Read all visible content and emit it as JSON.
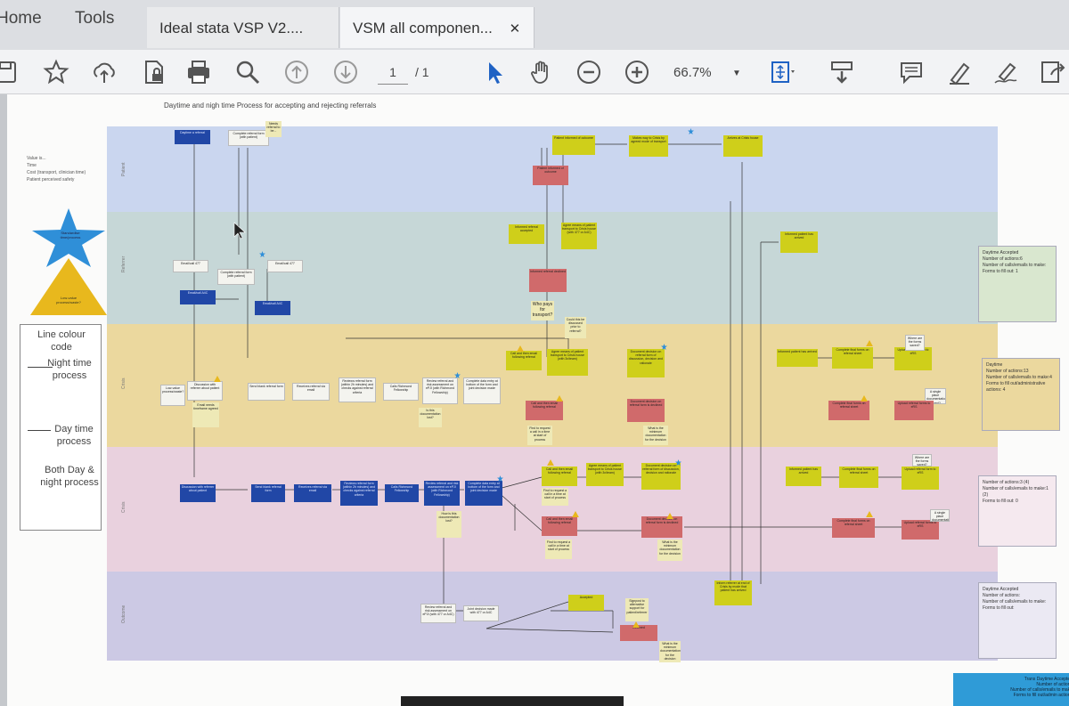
{
  "tabs": [
    {
      "label": "Home",
      "active": false
    },
    {
      "label": "Tools",
      "active": false
    },
    {
      "label": "Ideal stata VSP V2....",
      "active": false
    },
    {
      "label": "VSM all componen...",
      "active": true
    }
  ],
  "toolbar": {
    "page_current": "1",
    "page_total": "/ 1",
    "zoom": "66.7%",
    "icons": [
      "save-icon",
      "bookmark-star-icon",
      "upload-icon",
      "file-lock-icon",
      "print-icon",
      "zoom-search-icon",
      "page-up-icon",
      "page-down-icon",
      "select-pointer-icon",
      "hand-pan-icon",
      "zoom-out-icon",
      "zoom-in-icon",
      "fit-page-icon",
      "scroll-mode-icon",
      "comment-icon",
      "highlight-pen-icon",
      "sign-pen-icon",
      "share-icon"
    ]
  },
  "document": {
    "title": "Daytime and nigh time Process for accepting and rejecting referrals",
    "legend": {
      "values": "Value is...\nTime\nCost (transport, clinician time)\nPatient perceived safety",
      "star_text": "Standardise time/process",
      "triangle_text": "Low-value process/waste?",
      "key_title": "Line colour code",
      "key_night": "Night time process",
      "key_day": "Day time process",
      "key_both": "Both Day & night process"
    },
    "summaries": [
      {
        "text": "Daytime Accepted\nNumber of actions:6\nNumber of calls/emails to make:\nForms to fill out: 1"
      },
      {
        "text": "Daytime\nNumber of actions:13\nNumber of calls/emails to make:4\nForms to fill out/administrative actions: 4"
      },
      {
        "text": "Number of actions:3 (4)\nNumber of calls/emails to make:1 (2)\nForms to fill out: 0"
      },
      {
        "text": "Daytime Accepted\nNumber of actions:\nNumber of calls/emails to make:\nForms to fill out:"
      },
      {
        "text": "Trans Daytime Accepted\nNumber of actions\nNumber of calls/emails to make\nForms to fill out/admin actions"
      }
    ],
    "notes": {
      "n1": "Daytime a referral",
      "n2": "Complete referral form (with patient)",
      "n3": "Needs referral to be...",
      "n4": "Patient informed of outcome",
      "n5": "Makes way to Crisis by agreed mode of transport",
      "n6": "Arrives at Crisis house",
      "n7": "Patient informed of outcome",
      "n8": "Informed referral accepted",
      "n9": "Agree means of patient transport to Crisis house (with 477 or A4C)",
      "n10": "Informed patient has arrived",
      "n11": "Email/call 477",
      "n12": "Complete referral form (with patient)",
      "n13": "Email/call 477",
      "n14": "Email/call A4C",
      "n15": "Email/call A4C",
      "n16": "Informed referral declined",
      "n17": "Who pays for transport?",
      "n18": "Could this be discussed prior to referral?",
      "n19": "Call and then email following referral",
      "n20": "Agree means of patient transport to Crisis house (with 3x/team)",
      "n21": "Document decision on referral form of discussion, decision and rationale",
      "n22": "Informed patient has arrived",
      "n23": "Complete final forms on referral sheet",
      "n24": "Upload referral form to eRS",
      "n25": "Where are the forms saved?",
      "n26": "A single place documentation stored?",
      "n27": "Discussion with referrer about patient",
      "n28": "Email needs timeframe agreed",
      "n29": "Send blank referral form",
      "n30": "Receives referral via email",
      "n31": "Reviews referral form (within 2h minutes) and checks against referral criteria",
      "n32": "Calls Richmond Fellowship",
      "n33": "Review referral and risk assessment on ePJI (with Richmond Fellowship)",
      "n34": "Complete data entry at bottom of the form and joint decision made",
      "n35": "Is this documentation lost?",
      "n36": "Call and then email following referral",
      "n37": "Document decision on referral form is declined",
      "n38": "Complete final forms on referral sheet",
      "n39": "Upload referral forms to eRS",
      "n40": "Find to request a call in a time at start of process",
      "n41": "What is the minimum documentation for the decision",
      "n42": "Discussion with referrer about patient",
      "n43": "Send blank referral form",
      "n44": "Receives referral via email",
      "n45": "Reviews referral form (within 2h minutes) and checks against referral criteria",
      "n46": "Calls Richmond Fellowship",
      "n47": "Review referral and risk assessment on ePJI (with Richmond Fellowship)",
      "n48": "Complete data entry at bottom of the form and joint decision made",
      "n49": "Call and then email following referral",
      "n50": "Agree means of patient transport to Crisis house (with 3x/team)",
      "n51": "Document decision on referral form of discussion, decision and rationale",
      "n52": "Informed patient has arrived",
      "n53": "Complete final forms on referral sheet",
      "n54": "Upload referral form to eRS",
      "n55": "How is this documentation lost?",
      "n56": "Call and then email following referral",
      "n57": "Document decision on referral form is declined",
      "n58": "Complete final forms on referral sheet",
      "n59": "Upload referral forms to eRS",
      "n60": "Review referral and risk assessment on ePJI (with 477 or A4C)",
      "n61": "Joint decision made with 477 or A4C",
      "n62": "Accepted",
      "n63": "Signpost to alternative support for patient/referrer",
      "n64": "Declined",
      "n65": "Inform referrer at end of Crisis by mode that patient has arrived"
    }
  }
}
